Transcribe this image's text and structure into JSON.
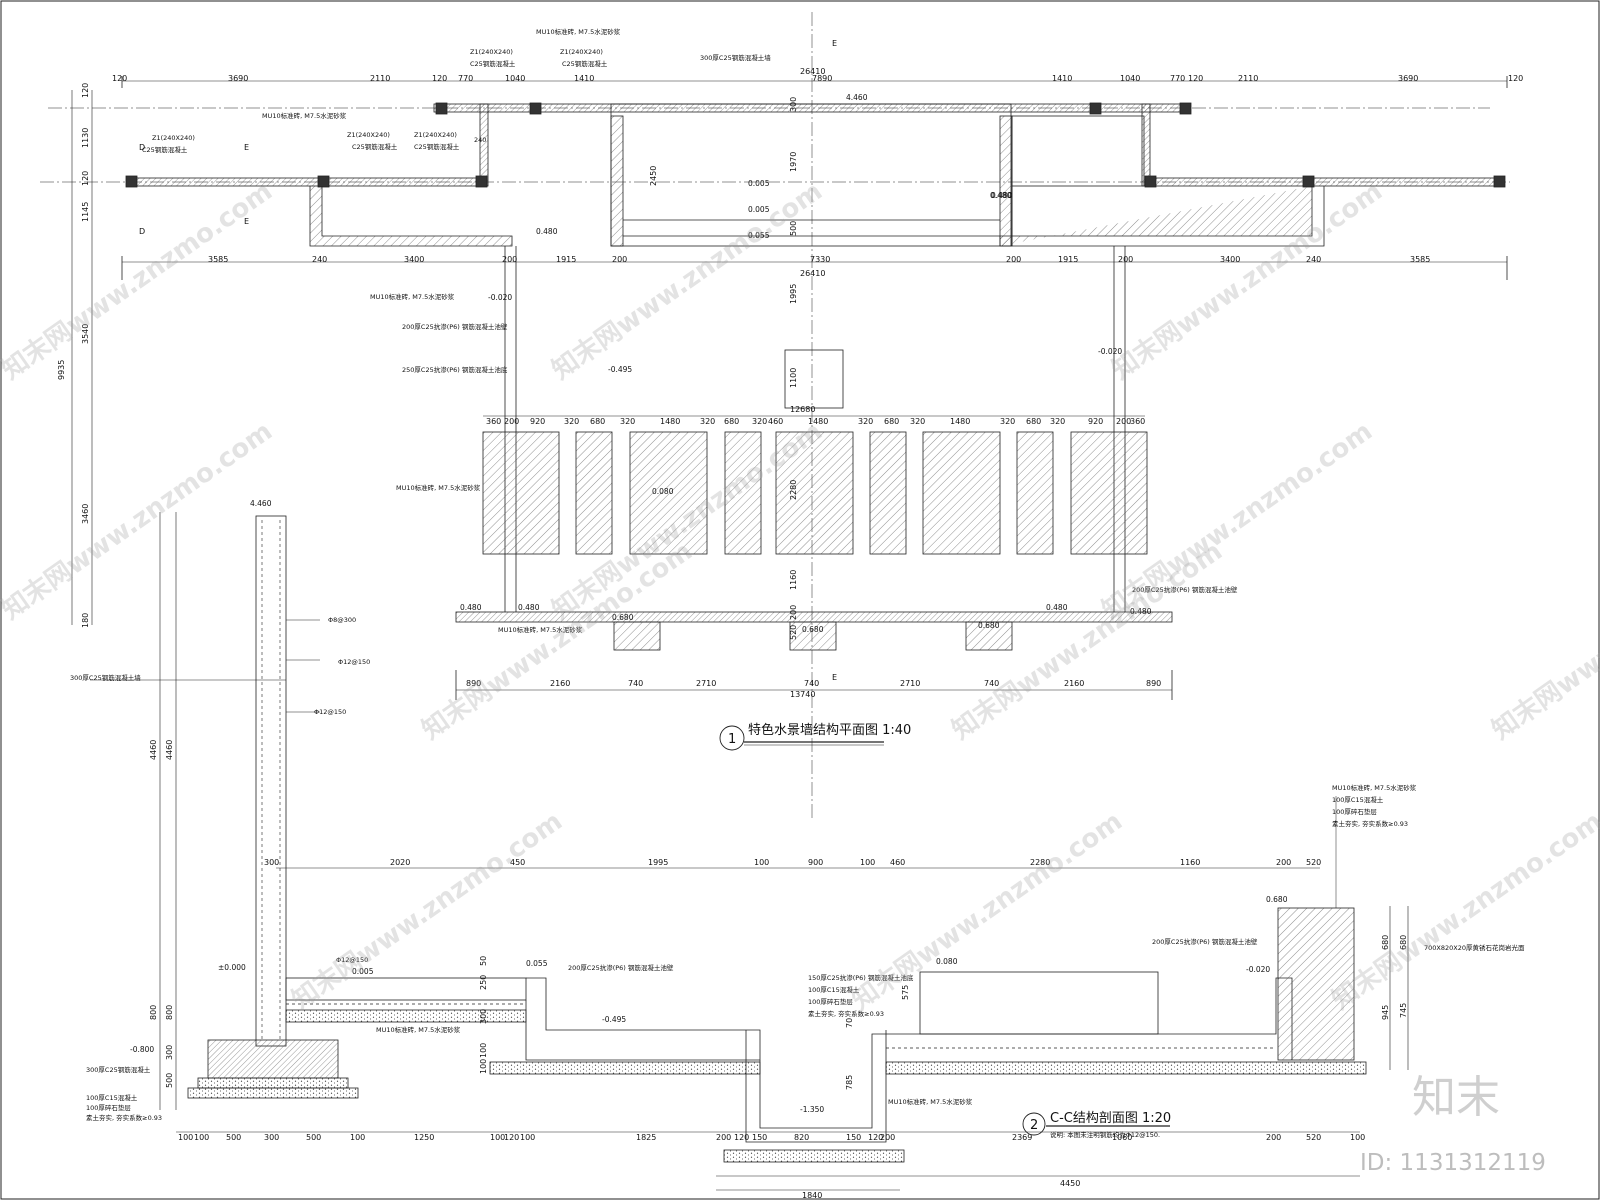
{
  "plan": {
    "title": "特色水景墙结构平面图 1:40",
    "number": "1",
    "top_dims": [
      "120",
      "3690",
      "2110",
      "120",
      "770",
      "1040",
      "1410",
      "7890",
      "1410",
      "1040",
      "770",
      "120",
      "2110",
      "3690",
      "120"
    ],
    "overall": "26410",
    "mid_dims": [
      "3585",
      "240",
      "3400",
      "200",
      "1915",
      "200",
      "7330",
      "200",
      "1915",
      "200",
      "3400",
      "240",
      "3585"
    ],
    "left_dims": [
      "120",
      "1130",
      "120",
      "1145",
      "3540",
      "3460",
      "180"
    ],
    "left_total": "9935",
    "center_vdims": [
      "300",
      "1970",
      "500",
      "2450",
      "1995",
      "1100",
      "2280",
      "1160",
      "200",
      "520"
    ],
    "grid_dims": [
      "360",
      "200",
      "920",
      "320",
      "680",
      "320",
      "1480",
      "320",
      "680",
      "320",
      "460",
      "1480",
      "320",
      "680",
      "320",
      "1480",
      "320",
      "680",
      "320",
      "920",
      "200",
      "360"
    ],
    "grid_total": "12680",
    "bottom_dims": [
      "890",
      "2160",
      "740",
      "2710",
      "740",
      "2710",
      "740",
      "2160",
      "890"
    ],
    "bottom_total": "13740",
    "levels": [
      "4.460",
      "0.480",
      "0.480",
      "0.005",
      "0.005",
      "0.055",
      "0.480",
      "-0.020",
      "-0.495",
      "-0.020",
      "0.080",
      "0.480",
      "0.480",
      "0.680",
      "0.680",
      "0.680",
      "0.480",
      "0.480"
    ],
    "notes": {
      "n1": "MU10标准砖, M7.5水泥砂浆",
      "n2": "Z1(240X240)",
      "n3": "C25钢筋混凝土",
      "n4": "Z1(240X240)",
      "n5": "C25钢筋混凝土",
      "n6": "300厚C25钢筋混凝土墙",
      "n7": "MU10标准砖, M7.5水泥砂浆",
      "n8": "Z1(240X240)",
      "n9": "C25钢筋混凝土",
      "n10": "Z1(240X240)",
      "n11": "C25钢筋混凝土",
      "n12": "Z1(240X240)",
      "n13": "C25钢筋混凝土",
      "n14": "MU10标准砖, M7.5水泥砂浆",
      "n15": "200厚C25抗渗(P6) 钢筋混凝土池壁",
      "n16": "250厚C25抗渗(P6) 钢筋混凝土池底",
      "n17": "MU10标准砖, M7.5水泥砂浆",
      "n18": "200厚C25抗渗(P6) 钢筋混凝土池壁",
      "n19": "MU10标准砖, M7.5水泥砂浆",
      "n20": "240"
    },
    "markers": [
      "D",
      "D",
      "E",
      "E",
      "E",
      "E"
    ]
  },
  "section": {
    "title": "C-C结构剖面图 1:20",
    "number": "2",
    "remark": "说明: 本图未注明钢筋均为Φ12@150.",
    "top_dims": [
      "300",
      "2020",
      "450",
      "1995",
      "100",
      "900",
      "100",
      "460",
      "2280",
      "1160",
      "200",
      "520"
    ],
    "bottom_dims": [
      "100",
      "100",
      "500",
      "300",
      "500",
      "100",
      "1250",
      "100",
      "120",
      "100",
      "1825",
      "200",
      "120",
      "150",
      "820",
      "150",
      "120",
      "200",
      "2369",
      "1060",
      "200",
      "520",
      "100"
    ],
    "bottom_totals": [
      "1840",
      "4450"
    ],
    "vdims": [
      "4460",
      "4460",
      "800",
      "800",
      "500",
      "300",
      "100",
      "50",
      "250",
      "300",
      "100",
      "70",
      "785",
      "575",
      "680",
      "745",
      "945",
      "680"
    ],
    "levels": [
      "4.460",
      "±0.000",
      "0.005",
      "0.055",
      "-0.495",
      "-0.800",
      "-1.350",
      "0.080",
      "0.680",
      "-0.020"
    ],
    "rebar": [
      "Φ8@300",
      "Φ12@150",
      "Φ12@150",
      "Φ12@150"
    ],
    "notes": {
      "wall": "300厚C25钢筋混凝土墙",
      "base1": "300厚C25钢筋混凝土",
      "base2": "100厚C15混凝土",
      "base3": "100厚碎石垫层",
      "base4": "素土夯实, 夯实系数≥0.93",
      "pool_wall": "200厚C25抗渗(P6) 钢筋混凝土池壁",
      "brick": "MU10标准砖, M7.5水泥砂浆",
      "mid1": "150厚C25抗渗(P6) 钢筋混凝土池底",
      "mid2": "100厚C15混凝土",
      "mid3": "100厚碎石垫层",
      "mid4": "素土夯实, 夯实系数≥0.93",
      "brick2": "MU10标准砖, M7.5水泥砂浆",
      "pool_wall2": "200厚C25抗渗(P6) 钢筋混凝土池壁",
      "stone": "700X820X20厚黄锈石花岗岩光面",
      "r1": "MU10标准砖, M7.5水泥砂浆",
      "r2": "100厚C15混凝土",
      "r3": "100厚碎石垫层",
      "r4": "素土夯实, 夯实系数≥0.93"
    }
  },
  "watermark": {
    "text": "知末网www.znzmo.com",
    "brand": "知末",
    "id": "ID: 1131312119"
  }
}
